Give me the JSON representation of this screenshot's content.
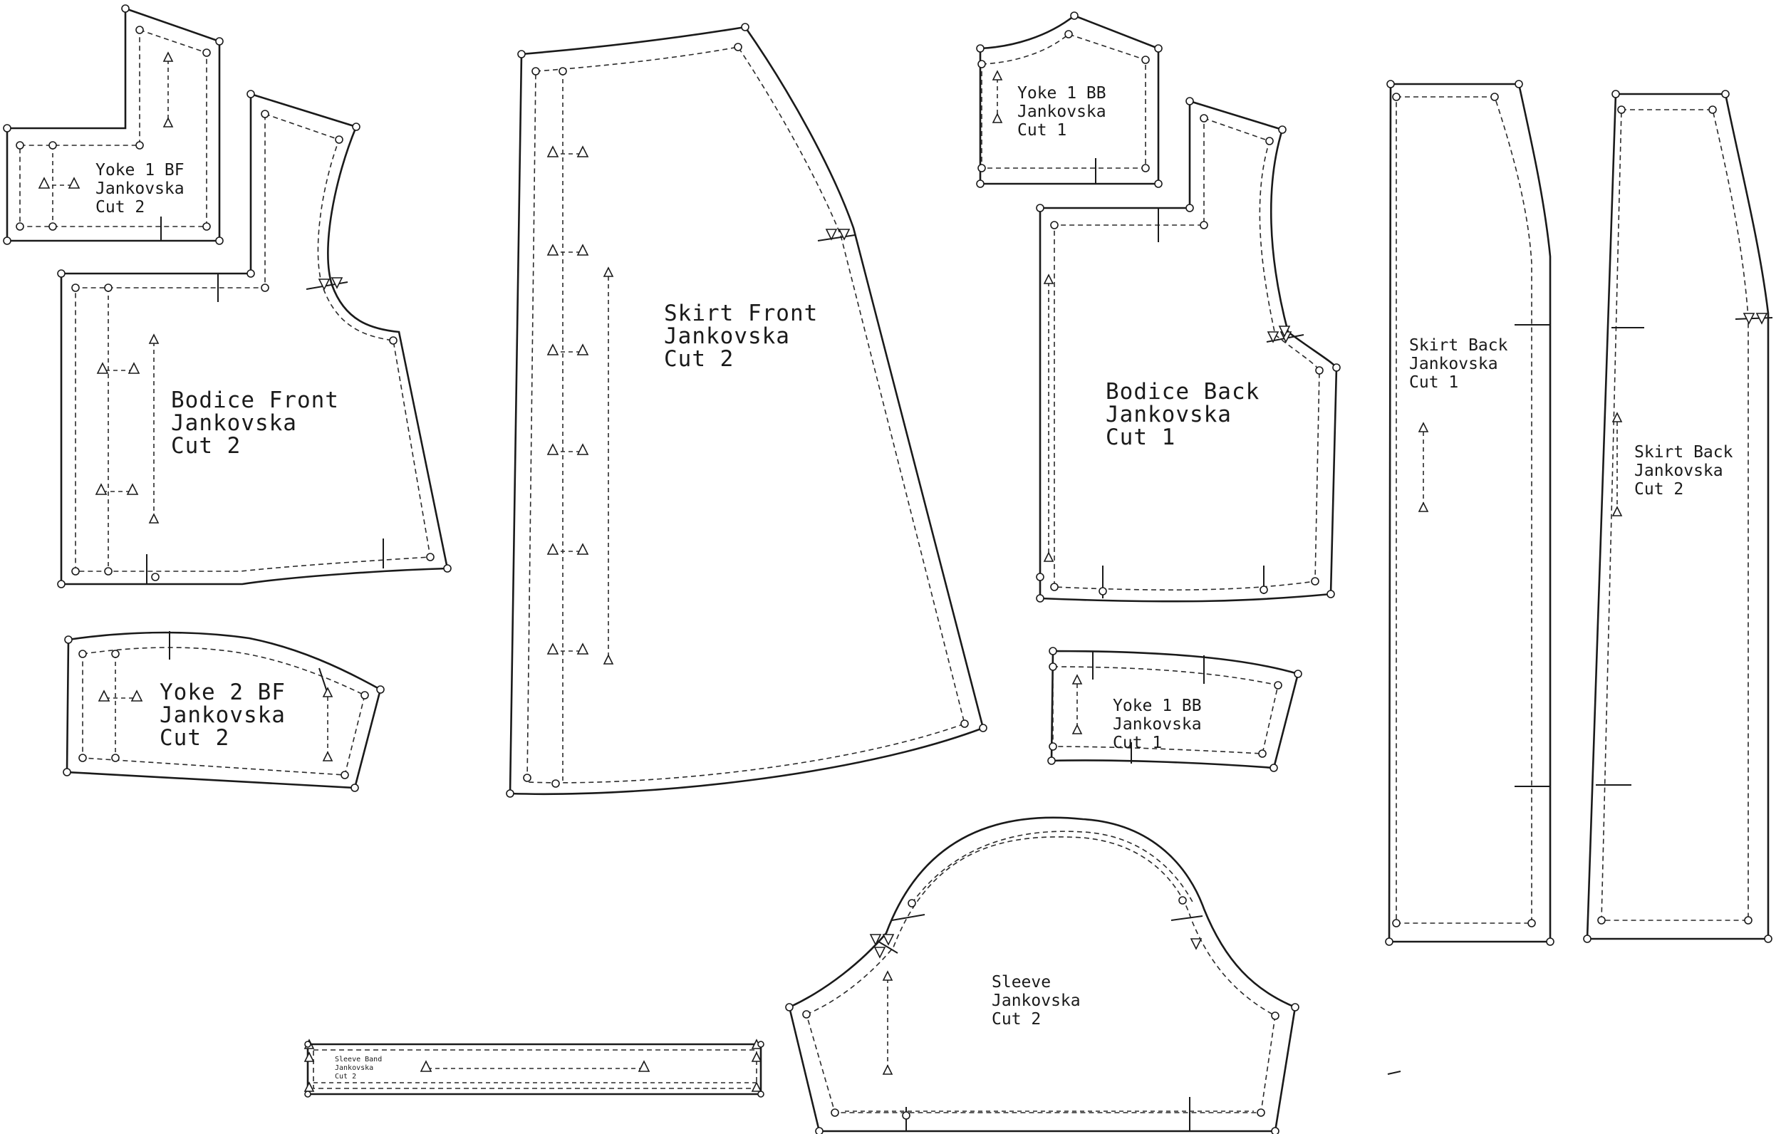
{
  "pieces": {
    "yoke1bf": {
      "lines": [
        "Yoke 1 BF",
        "Jankovska",
        "Cut 2"
      ]
    },
    "bodice_front": {
      "lines": [
        "Bodice Front",
        "Jankovska",
        "Cut 2"
      ]
    },
    "yoke2bf": {
      "lines": [
        "Yoke 2 BF",
        "Jankovska",
        "Cut 2"
      ]
    },
    "skirt_front": {
      "lines": [
        "Skirt Front",
        "Jankovska",
        "Cut 2"
      ]
    },
    "yoke1bb_top": {
      "lines": [
        "Yoke 1 BB",
        "Jankovska",
        "Cut 1"
      ]
    },
    "bodice_back": {
      "lines": [
        "Bodice Back",
        "Jankovska",
        "Cut 1"
      ]
    },
    "yoke1bb_bottom": {
      "lines": [
        "Yoke 1 BB",
        "Jankovska",
        "Cut 1"
      ]
    },
    "skirt_back_1": {
      "lines": [
        "Skirt Back",
        "Jankovska",
        "Cut 1"
      ]
    },
    "skirt_back_2": {
      "lines": [
        "Skirt Back",
        "Jankovska",
        "Cut 2"
      ]
    },
    "sleeve": {
      "lines": [
        "Sleeve",
        "Jankovska",
        "Cut 2"
      ]
    },
    "sleeve_band": {
      "lines": [
        "Sleeve Band",
        "Jankovska",
        "Cut 2"
      ]
    }
  }
}
